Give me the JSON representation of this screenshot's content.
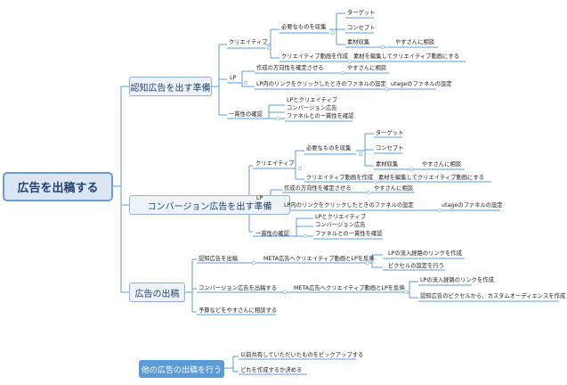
{
  "root": {
    "label": "広告を出稿する"
  },
  "branches": {
    "ninchi": {
      "label": "認知広告を出す準備",
      "creative": {
        "label": "クリエイティブ",
        "collect": {
          "label": "必要なものを収集",
          "target": "ターゲット",
          "concept": "コンセプト",
          "material": "素材収集",
          "material_note": "やすさんに相談"
        },
        "video": {
          "label": "クリエイティブ動画を作成",
          "note": "素材を編集してクリエイティブ動画にする"
        }
      },
      "lp": {
        "label": "LP",
        "direction": "作成の方向性を確定させる",
        "direction_note": "やすさんに相談",
        "link": "LP内のリンクをクリックしたときのファネルの設定",
        "link_note": "utageのファネルの設定"
      },
      "consistency": {
        "label": "一貫性の確認",
        "items": [
          "LPとクリエイティブ",
          "コンバージョン広告",
          "ファネルとの一貫性を確認"
        ]
      }
    },
    "conversion": {
      "label": "コンバージョン広告を出す準備",
      "creative": {
        "label": "クリエイティブ",
        "collect": {
          "label": "必要なものを収集",
          "target": "ターゲット",
          "concept": "コンセプト",
          "material": "素材収集",
          "material_note": "やすさんに相談"
        },
        "video": {
          "label": "クリエイティブ動画を作成",
          "note": "素材を編集してクリエイティブ動画にする"
        }
      },
      "lp": {
        "label": "LP",
        "direction": "作成の方向性を確定させる",
        "direction_note": "やすさんに相談",
        "link": "LP内のリンクをクリックしたときのファネルの設定",
        "link_note": "utageのファネルの設定"
      },
      "consistency": {
        "label": "一貫性の確認",
        "items": [
          "LPとクリエイティブ",
          "コンバージョン広告",
          "ファネルとの一貫性を確認"
        ]
      }
    },
    "launch": {
      "label": "広告の出稿",
      "ninchi": {
        "label": "認知広告を出稿",
        "meta": "META広告へクリエイティブ動画とLPを反映",
        "items": [
          "LPの流入経路のリンクを作成",
          "ピクセルの設定を行う"
        ]
      },
      "conversion": {
        "label": "コンバージョン広告を出稿する",
        "meta": "META広告へクリエイティブ動画とLPを反映",
        "items": [
          "LPの流入経路のリンクを作成",
          "認知広告のピクセルから、カスタムオーディエンスを作成"
        ]
      },
      "budget": "予算などをやすさんに相談する"
    }
  },
  "floating": {
    "label": "他の広告の出稿を行う",
    "items": [
      "以前共有していただいたものをピックアップする",
      "どれを作成するか決める"
    ]
  },
  "colors": {
    "line": "#5b9bd5",
    "topic_border": "#8fb1dc",
    "root_border": "#6d9bd3",
    "float_fill": "#5b9bd5"
  }
}
